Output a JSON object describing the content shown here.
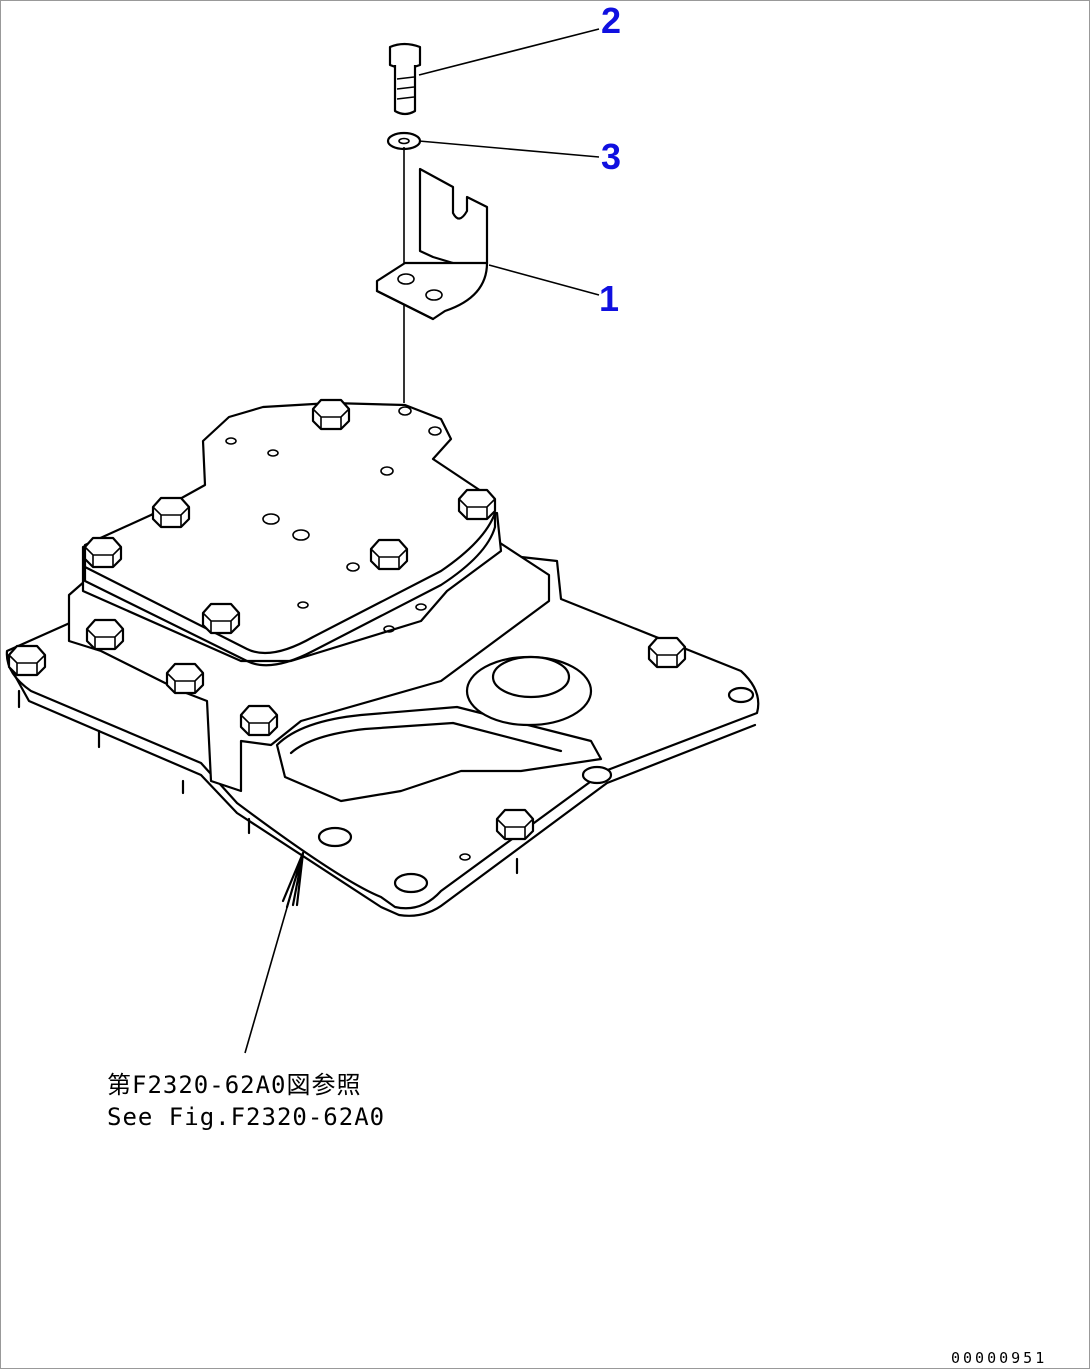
{
  "callouts": [
    {
      "id": "1",
      "label": "1"
    },
    {
      "id": "2",
      "label": "2"
    },
    {
      "id": "3",
      "label": "3"
    }
  ],
  "reference": {
    "line_jp": "第F2320-62A0図参照",
    "line_en": "See Fig.F2320-62A0"
  },
  "drawing_code": "00000951",
  "colors": {
    "callout": "#1010e0",
    "line": "#000000",
    "background": "#ffffff"
  }
}
